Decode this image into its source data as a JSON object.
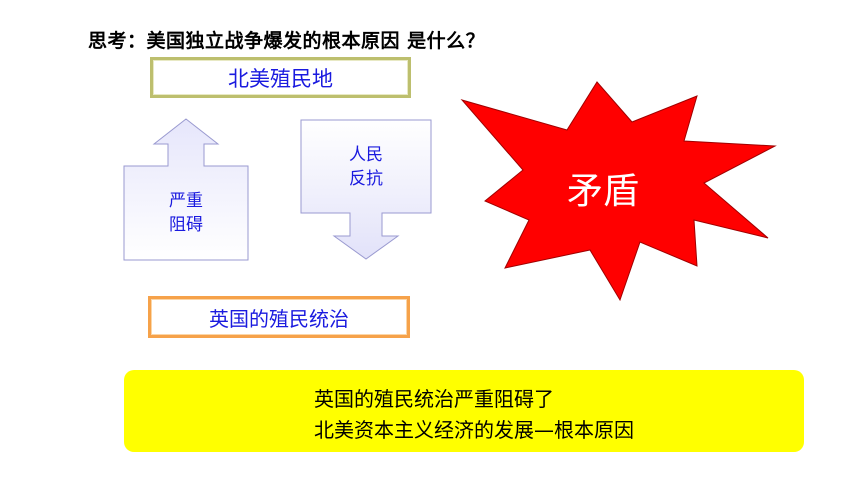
{
  "question": "思考：美国独立战争爆发的根本原因 是什么？",
  "nodes": {
    "colony": "北美殖民地",
    "british_rule": "英国的殖民统治"
  },
  "arrows": {
    "up": {
      "line1": "严重",
      "line2": "阻碍"
    },
    "down": {
      "line1": "人民",
      "line2": "反抗"
    }
  },
  "conflict": "矛盾",
  "conclusion": {
    "line1": "英国的殖民统治严重阻碍了",
    "line2": "北美资本主义经济的发展—根本原因"
  },
  "colors": {
    "text_blue": "#1a1adf",
    "star_red": "#ff0000",
    "highlight_yellow": "#ffff00",
    "top_border": "#bdbf6e",
    "bottom_border": "#f6a24a"
  }
}
